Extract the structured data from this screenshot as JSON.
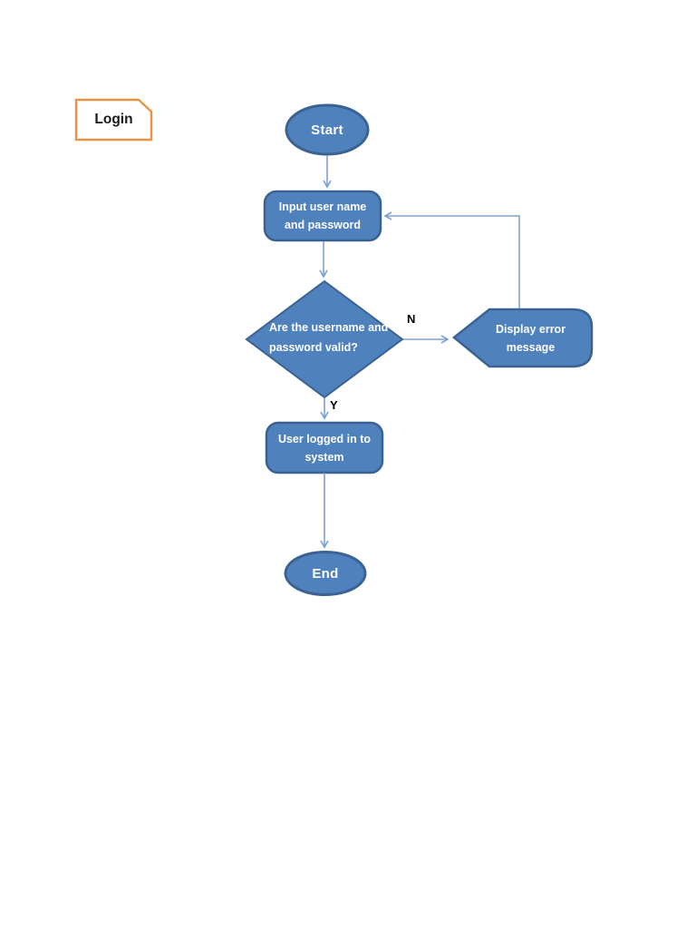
{
  "title_label": {
    "text": "Login"
  },
  "colors": {
    "page_bg": "#ffffff",
    "shape_fill": "#4f81bd",
    "shape_stroke": "#3a6292",
    "connector": "#7ca2d6",
    "login_border": "#eb9344",
    "login_fill": "#ffffff",
    "shape_text": "#fdfdfd",
    "login_text": "#1a1a1a",
    "branch_text": "#000000"
  },
  "nodes": {
    "start": {
      "label": "Start"
    },
    "input": {
      "line1": "Input user name",
      "line2": "and password"
    },
    "decision": {
      "line1": "Are the username and",
      "line2": "password valid?"
    },
    "error": {
      "line1": "Display error",
      "line2": "message"
    },
    "logged_in": {
      "line1": "User logged in to",
      "line2": "system"
    },
    "end": {
      "label": "End"
    }
  },
  "branch_labels": {
    "no": "N",
    "yes": "Y"
  }
}
